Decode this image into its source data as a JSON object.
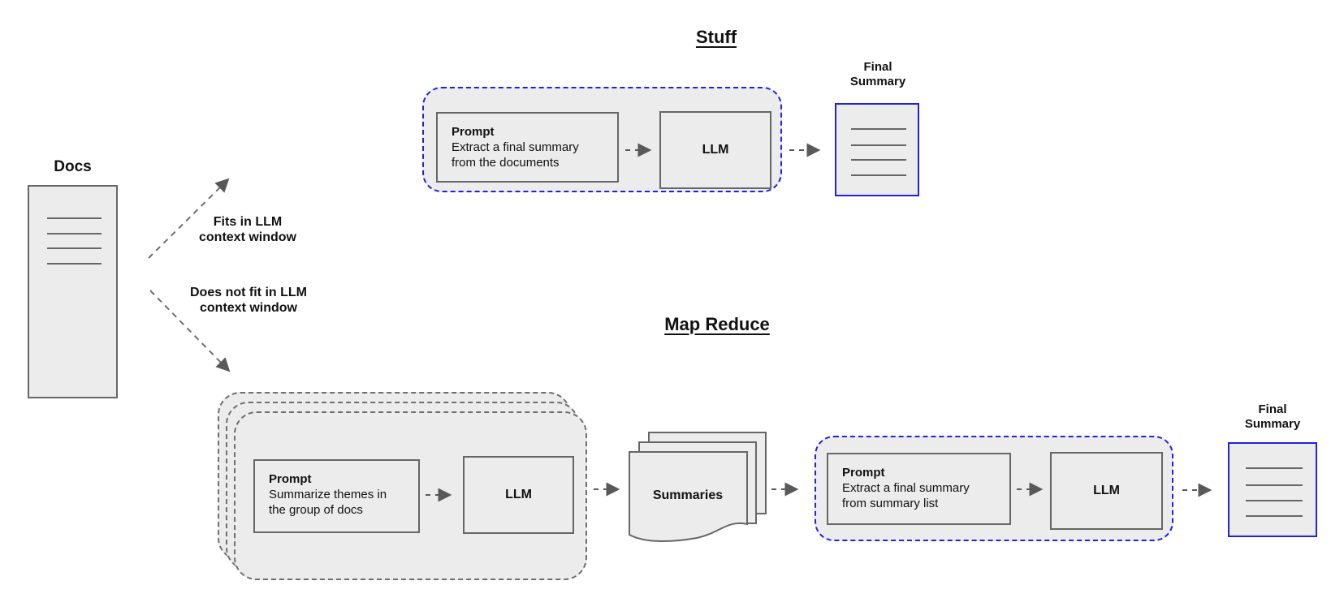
{
  "docs": {
    "label": "Docs"
  },
  "branches": {
    "fits_line1": "Fits in LLM",
    "fits_line2": "context window",
    "overflow_line1": "Does not fit in LLM",
    "overflow_line2": "context window"
  },
  "stuff": {
    "title": "Stuff",
    "prompt": {
      "title": "Prompt",
      "line1": "Extract a final summary",
      "line2": "from the documents"
    },
    "llm": "LLM",
    "final": {
      "line1": "Final",
      "line2": "Summary"
    }
  },
  "map_reduce": {
    "title": "Map Reduce",
    "map_prompt": {
      "title": "Prompt",
      "line1": "Summarize themes in",
      "line2": "the group of docs"
    },
    "map_llm": "LLM",
    "summaries": "Summaries",
    "reduce_prompt": {
      "title": "Prompt",
      "line1": "Extract a final summary",
      "line2": "from summary list"
    },
    "reduce_llm": "LLM",
    "final": {
      "line1": "Final",
      "line2": "Summary"
    }
  },
  "colors": {
    "accent_blue": "#2222dd",
    "shape_fill": "#ececec",
    "shape_border": "#666666",
    "dashed_outline": "#6e6e6e",
    "arrow": "#595959"
  }
}
